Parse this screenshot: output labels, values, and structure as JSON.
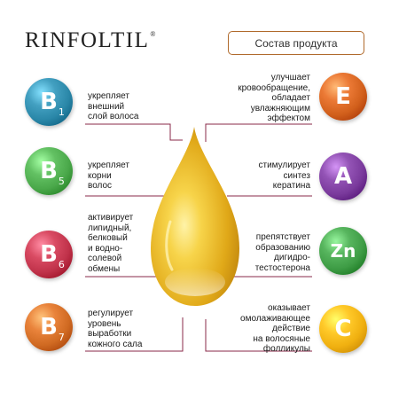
{
  "brand": {
    "name": "RINFOLTIL",
    "mark": "®"
  },
  "header": {
    "badge": "Состав продукта"
  },
  "vitamins_left": [
    {
      "symbol": "B",
      "sub": "1",
      "color": "#2a87a8",
      "lines": [
        "укрепляет",
        "внешний",
        "слой волоса"
      ]
    },
    {
      "symbol": "B",
      "sub": "5",
      "color": "#4aa84a",
      "lines": [
        "укрепляет",
        "корни",
        "волос"
      ]
    },
    {
      "symbol": "B",
      "sub": "6",
      "color": "#c0324a",
      "lines": [
        "активирует",
        "липидный,",
        "белковый",
        "и водно-",
        "солевой",
        "обмены"
      ]
    },
    {
      "symbol": "B",
      "sub": "7",
      "color": "#d06a22",
      "lines": [
        "регулирует",
        "уровень",
        "выработки",
        "кожного сала"
      ]
    }
  ],
  "vitamins_right": [
    {
      "symbol": "E",
      "sub": "",
      "color": "#d2601c",
      "lines": [
        "улучшает",
        "кровообращение,",
        "обладает",
        "увлажняющим",
        "эффектом"
      ]
    },
    {
      "symbol": "A",
      "sub": "",
      "color": "#7a3a9c",
      "lines": [
        "стимулирует",
        "синтез",
        "кератина"
      ]
    },
    {
      "symbol": "Zn",
      "sub": "",
      "color": "#3e9c45",
      "lines": [
        "препятствует",
        "образованию",
        "дигидро-",
        "тестостерона"
      ]
    },
    {
      "symbol": "C",
      "sub": "",
      "color": "#f0b010",
      "lines": [
        "оказывает",
        "омолаживающее",
        "действие",
        "на волосяные",
        "фолликулы"
      ]
    }
  ],
  "colors": {
    "accent_line": "#8a2848",
    "badge_border": "#b06a2c",
    "drop": "#e6b82a"
  }
}
